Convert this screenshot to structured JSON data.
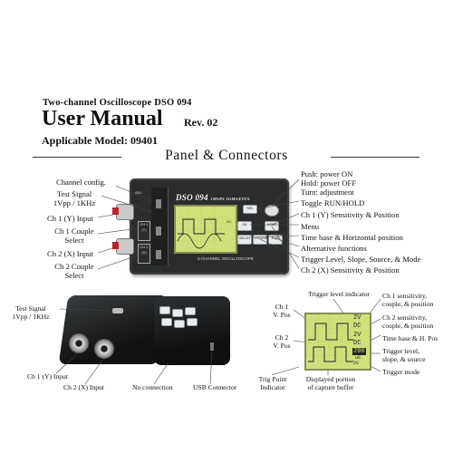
{
  "header": {
    "subtitle": "Two-channel Oscilloscope DSO 094",
    "title": "User Manual",
    "revision": "Rev. 02",
    "applicable_model": "Applicable Model: 09401"
  },
  "section_title": "Panel & Connectors",
  "device": {
    "name": "DSO 094",
    "name_small": "1MSPS 1GMAXTUS",
    "front_caption": "2-CHANNEL OSCILLOSCOPE",
    "buttons": [
      "SEL",
      "OK",
      "V/DIV",
      "SEC/D",
      "TRIGGER",
      "RUN"
    ],
    "ch1_label": "CH 1",
    "ch1_sub": "(Y)",
    "ch2_label": "CH 2",
    "ch2_sub": "(X)",
    "lcd_dc": "DC"
  },
  "left_labels": {
    "channel_config": "Channel config.",
    "test_signal": "Test Signal",
    "test_signal_spec": "1Vpp / 1KHz",
    "ch1_input": "Ch 1 (Y) Input",
    "ch1_couple_1": "Ch 1 Couple",
    "ch1_couple_2": "Select",
    "ch2_input": "Ch 2 (X) Input",
    "ch2_couple_1": "Ch 2 Couple",
    "ch2_couple_2": "Select"
  },
  "right_labels": {
    "push_power": "Push: power ON",
    "hold_power": "Hold: power OFF",
    "turn_adjust": "Turn: adjustment",
    "toggle_run": "Toggle RUN/HOLD",
    "ch1_sens": "Ch 1 (Y) Sensitivity & Position",
    "menu": "Menu",
    "time_base": "Time base & Horizontal position",
    "alt_func": "Alternative functions",
    "trigger": "Trigger Level, Slope, Source, & Mode",
    "ch2_sens": "Ch 2 (X) Sensitivity & Position"
  },
  "bottom_left": {
    "test_signal": "Test Signal",
    "test_signal_spec": "1Vpp / 1KHz",
    "ch1_input": "Ch 1 (Y) Input",
    "ch2_input": "Ch 2 (X) Input",
    "no_connection": "No connection",
    "usb": "USB Connector"
  },
  "screen_detail": {
    "trigger_level": "Trigger level indicator",
    "ch1_vpos_1": "Ch 1",
    "ch1_vpos_2": "V. Pos",
    "ch2_vpos_1": "Ch 2",
    "ch2_vpos_2": "V. Pos",
    "ch1_sens_1": "Ch 1 sensitivity,",
    "ch1_sens_2": "couple, & position",
    "ch2_sens_1": "Ch 2 sensitivity,",
    "ch2_sens_2": "couple, & position",
    "time_base": "Time base & H. Pos",
    "trigger_1": "Trigger level,",
    "trigger_2": "slope, & source",
    "trigger_mode": "Trigger mode",
    "trig_point_1": "Trig Point",
    "trig_point_2": "Indicator",
    "capture_1": "Displayed portion",
    "capture_2": "of capture buffer",
    "lcd_v1": "2V",
    "lcd_c1": "DC",
    "lcd_v2": "2V",
    "lcd_c2": "DC",
    "lcd_time": "200",
    "lcd_unit": "uS",
    "lcd_tl": "2V"
  },
  "colors": {
    "lcd_green": "#cfe07a",
    "device_body": "#2a2c2d",
    "connector_red": "#c0252b"
  }
}
